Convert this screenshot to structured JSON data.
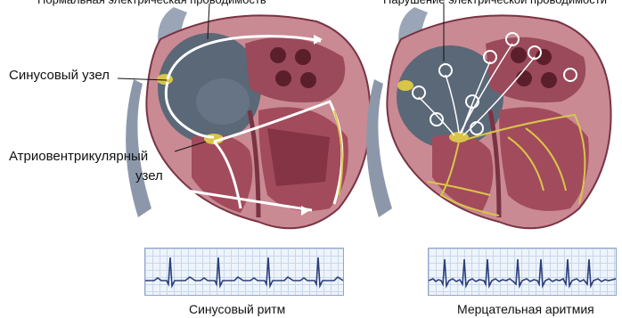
{
  "top_labels": {
    "left": "Нормальная электрическая проводимость",
    "right": "Нарушение электрической проводимости"
  },
  "labels": {
    "sinus_node": "Синусовый узел",
    "av_node_line1": "Атриовентрикулярный",
    "av_node_line2": "узел"
  },
  "captions": {
    "left": "Синусовый ритм",
    "right": "Мерцательная аритмия"
  },
  "colors": {
    "myocardium": "#c98a93",
    "myocardium_dark": "#8e3e4c",
    "chamber": "#5a6878",
    "vessel": "#9aa6b8",
    "conduction": "#d9c54a",
    "ecg_line": "#2b3f7a"
  }
}
